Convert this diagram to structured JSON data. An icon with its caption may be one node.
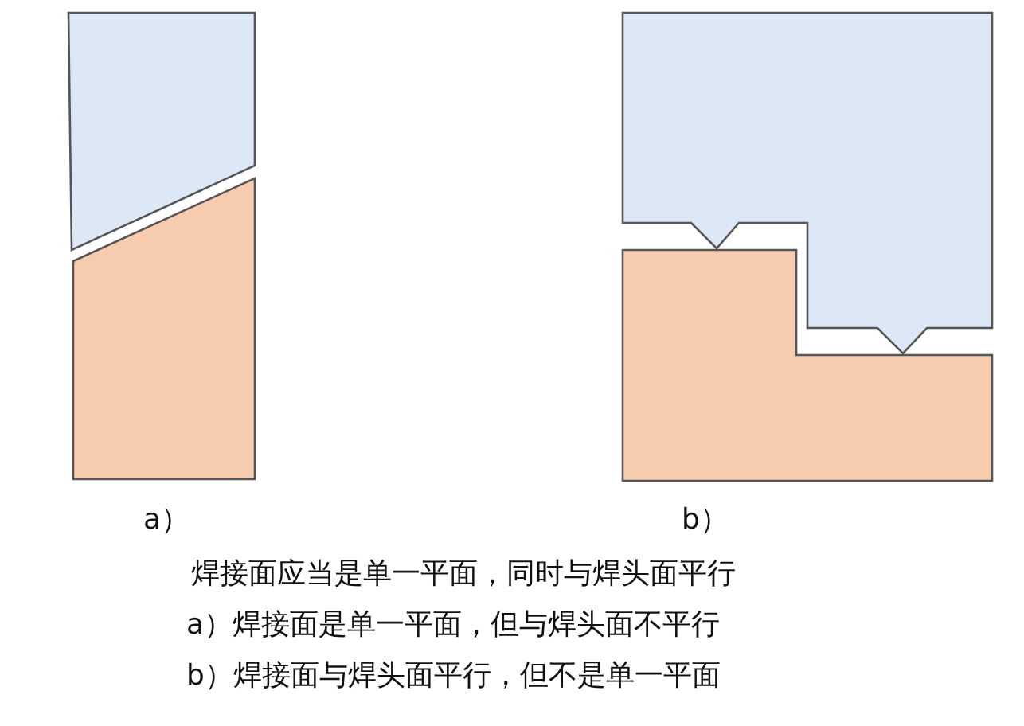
{
  "diagram": {
    "labels": [
      "a）",
      "b）",
      "焊接面应当是单一平面，同时与焊头面平行",
      "a）焊接面是单一平面，但与焊头面不平行",
      "b）焊接面与焊头面平行，但不是单一平面"
    ]
  }
}
